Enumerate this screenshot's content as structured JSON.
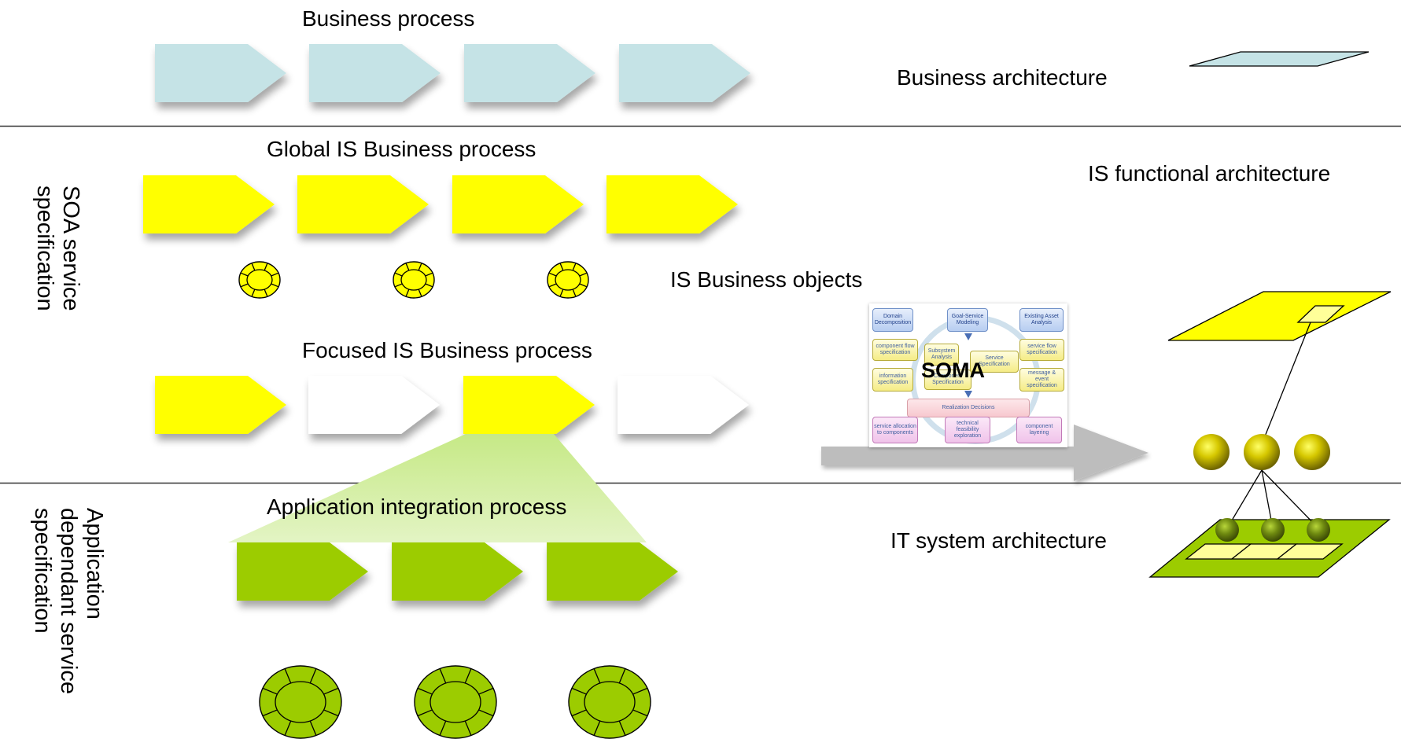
{
  "layers": {
    "business": {
      "process_label": "Business process",
      "architecture_label": "Business architecture"
    },
    "soa": {
      "side_label": [
        "SOA service",
        "specification"
      ],
      "global_label": "Global IS Business process",
      "functional_architecture_label": "IS functional architecture",
      "objects_label": "IS Business objects",
      "focused_label": "Focused IS Business process"
    },
    "application": {
      "side_label": [
        "Application",
        "dependant service",
        "specification"
      ],
      "integration_label": "Application integration process",
      "system_architecture_label": "IT  system architecture"
    }
  },
  "soma": {
    "title": "SOMA",
    "boxes": {
      "domain": "Domain Decomposition",
      "goal": "Goal-Service Modeling",
      "existing": "Existing Asset Analysis",
      "component_flow": "component flow specification",
      "subsystem": "Subsystem Analysis",
      "service_spec": "Service Specification",
      "service_flow": "service flow specification",
      "information": "information specification",
      "component_spec": "Component Specification",
      "message": "message & event specification",
      "realization": "Realization Decisions",
      "allocation": "service allocation to components",
      "technical": "technical feasibility exploration",
      "layering": "component layering"
    }
  },
  "colors": {
    "business_chevron": "#c5e3e6",
    "is_chevron": "#ffff00",
    "focused_chevron_inactive": "#ffffff",
    "app_chevron": "#9ccc00",
    "big_arrow": "#bdbdbd",
    "divider": "#333333"
  }
}
